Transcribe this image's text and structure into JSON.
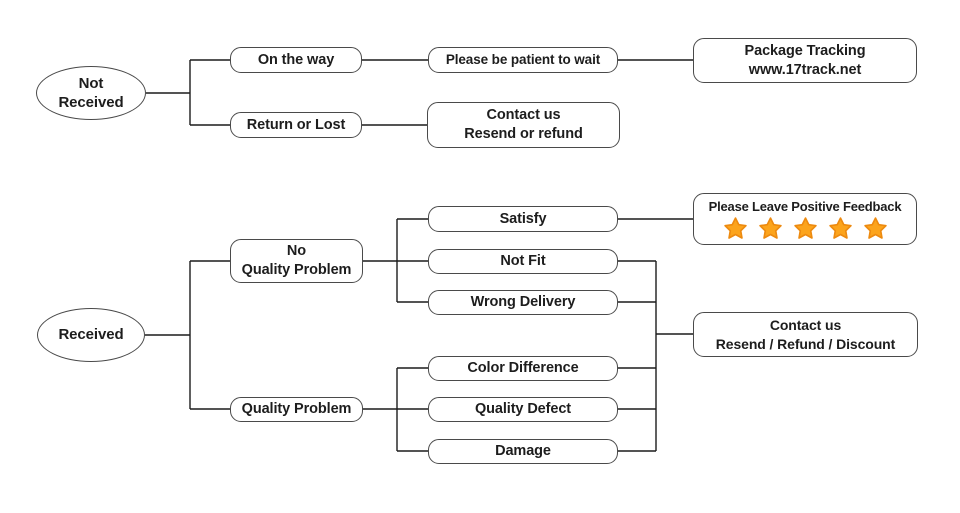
{
  "flowchart": {
    "not_received_branch": {
      "root": "Not\nReceived",
      "on_the_way": "On the way",
      "please_wait": "Please be patient to wait",
      "package_tracking": "Package Tracking\nwww.17track.net",
      "return_or_lost": "Return or Lost",
      "contact_resend_refund": "Contact us\nResend or refund"
    },
    "received_branch": {
      "root": "Received",
      "no_quality_problem": "No\nQuality Problem",
      "quality_problem": "Quality Problem",
      "satisfy": "Satisfy",
      "not_fit": "Not Fit",
      "wrong_delivery": "Wrong Delivery",
      "color_difference": "Color Difference",
      "quality_defect": "Quality Defect",
      "damage": "Damage",
      "positive_feedback": {
        "label": "Please Leave Positive Feedback",
        "stars": 5,
        "star_fill": "#FCA41C",
        "star_stroke": "#ED8A10"
      },
      "contact_resend_refund_discount": "Contact us\nResend / Refund / Discount"
    },
    "colors": {
      "line": "#1c1c1c",
      "node_border": "#4a4a4a",
      "text": "#1d1d1d",
      "background": "#ffffff"
    }
  }
}
